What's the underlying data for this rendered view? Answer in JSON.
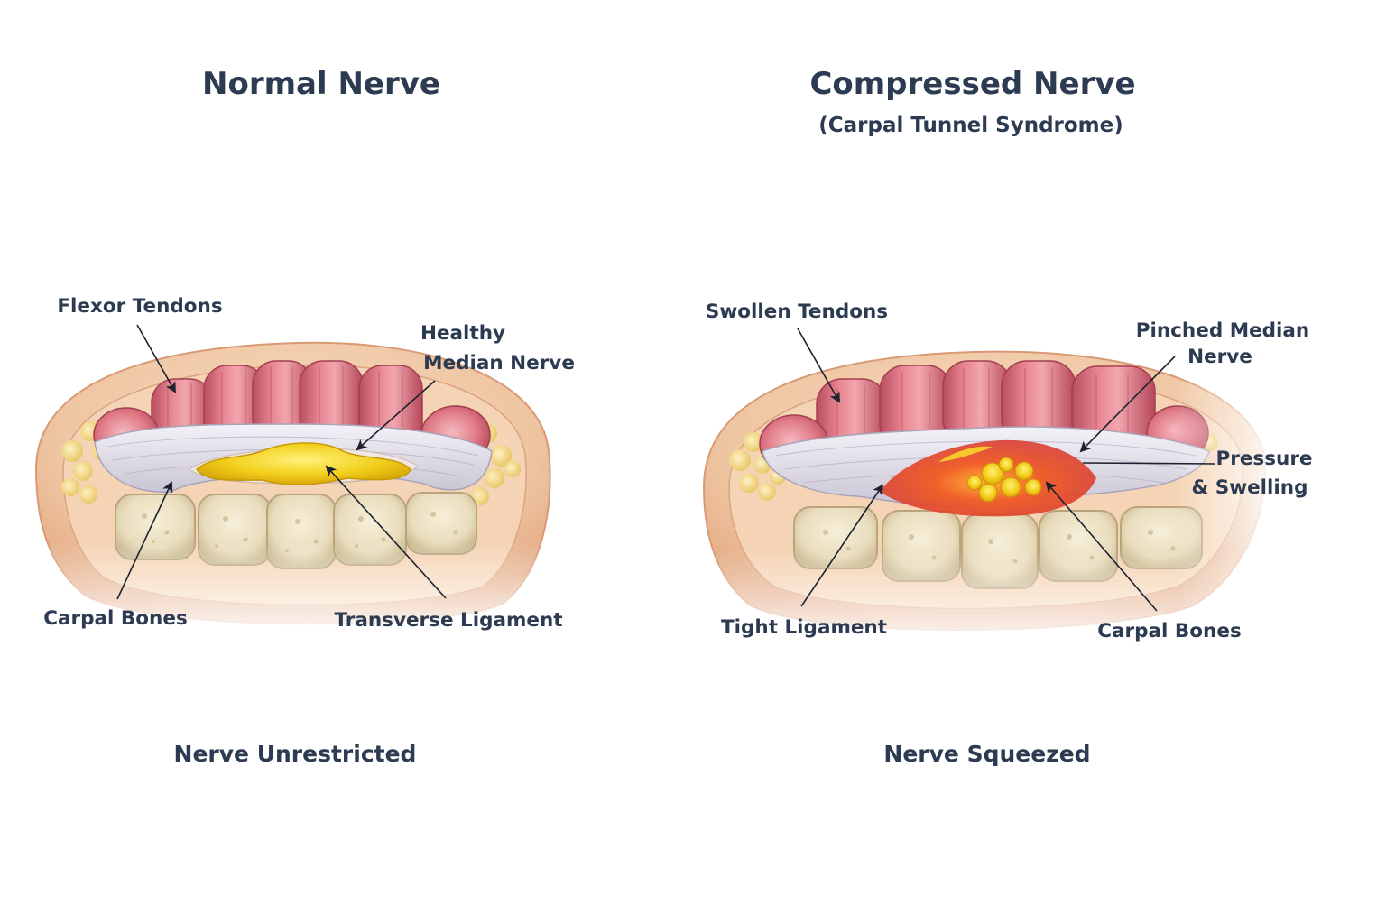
{
  "left_panel": {
    "title": "Normal Nerve",
    "labels": {
      "flexor_tendons": "Flexor Tendons",
      "median_nerve_line1": "Healthy",
      "median_nerve_line2": "Median Nerve",
      "carpal_bones": "Carpal Bones",
      "transverse_ligament": "Transverse Ligament"
    },
    "caption": "Nerve Unrestricted"
  },
  "right_panel": {
    "title": "Compressed Nerve",
    "subtitle": "(Carpal Tunnel Syndrome)",
    "labels": {
      "swollen_tendons": "Swollen Tendons",
      "pinched_nerve_line1": "Pinched Median",
      "pinched_nerve_line2": "Nerve",
      "pressure_line1": "Pressure",
      "pressure_line2": "& Swelling",
      "tight_ligament": "Tight Ligament",
      "carpal_bones": "Carpal Bones"
    },
    "caption": "Nerve Squeezed"
  },
  "colors": {
    "text": "#2d3b52",
    "skin": "#f2c9a6",
    "fat": "#f3dc8f",
    "tendon": "#d76a78",
    "ligament": "#e7e4ee",
    "nerve_healthy": "#f3cf1c",
    "inflammation": "#e8442a",
    "bone": "#ece2c4"
  }
}
